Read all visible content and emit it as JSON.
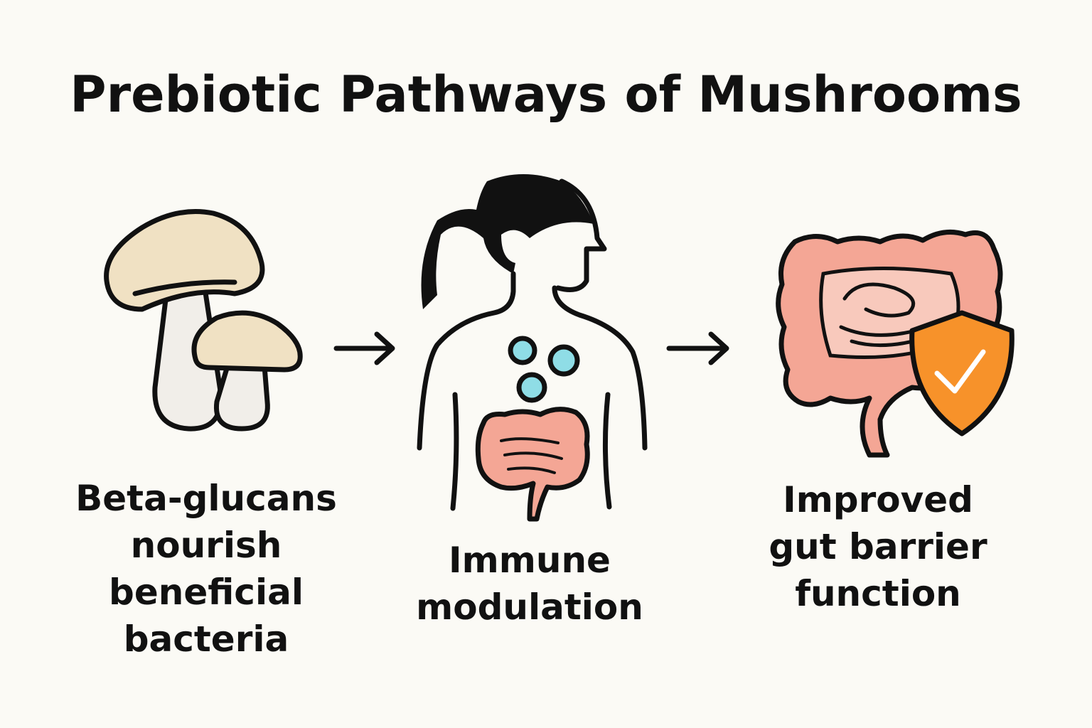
{
  "title": "Prebiotic Pathways of Mushrooms",
  "steps": [
    {
      "label_lines": [
        "Beta-glucans",
        "nourish",
        "beneficial",
        "bacteria"
      ],
      "icon": "mushroom-icon"
    },
    {
      "label_lines": [
        "Immune",
        "modulation"
      ],
      "icon": "person-gut-icon"
    },
    {
      "label_lines": [
        "Improved",
        "gut barrier",
        "function"
      ],
      "icon": "intestine-shield-icon"
    }
  ],
  "colors": {
    "background": "#fbfaf5",
    "cap": "#f0e1c3",
    "stem": "#f1eee9",
    "bubble": "#8fdde6",
    "gut": "#f4a695",
    "shield": "#f7922a"
  }
}
